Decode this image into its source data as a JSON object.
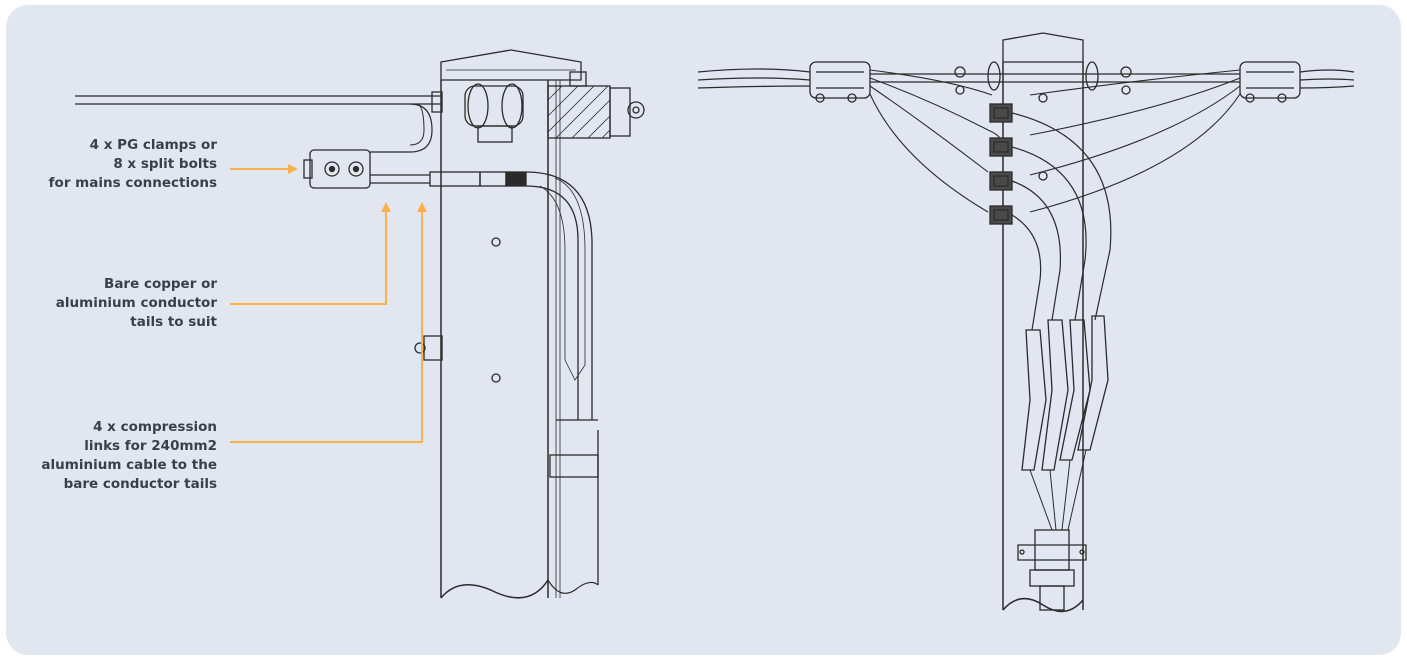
{
  "colors": {
    "panel_bg": "#e1e6f1",
    "line_art": "#2b2b2b",
    "callout": "#f7b24b",
    "text": "#3b3f4a"
  },
  "callouts": [
    {
      "text": "4 x PG clamps or\n8 x split bolts\nfor mains connections"
    },
    {
      "text": "Bare copper or\naluminium conductor\ntails to suit"
    },
    {
      "text": "4 x compression\nlinks for 240mm2\naluminium cable to the\nbare conductor tails"
    }
  ],
  "figures": [
    {
      "name": "side-view-pole-termination"
    },
    {
      "name": "front-view-pole-termination"
    }
  ]
}
